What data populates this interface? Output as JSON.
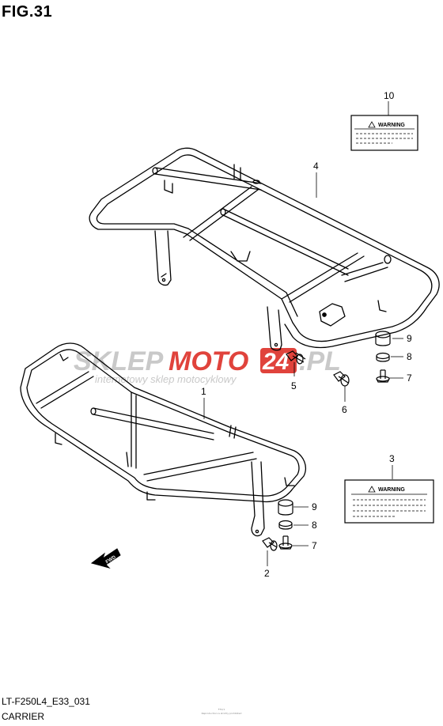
{
  "figure": {
    "title": "FIG.31",
    "model_code": "LT-F250L4_E33_031",
    "section_name": "CARRIER",
    "copyright_line1": "F31/1",
    "copyright_line2": "Reproduction is strictly prohibited"
  },
  "watermark": {
    "brand_grey": "SKLEP",
    "brand_red_part": "MOTO",
    "brand_digits": "24",
    "brand_suffix": ".PL",
    "tagline": "internetowy sklep motocyklowy",
    "accent_color": "#e0433c",
    "grey_color": "#c9c9c9"
  },
  "callouts": {
    "c1": "1",
    "c2": "2",
    "c3": "3",
    "c4": "4",
    "c5": "5",
    "c6": "6",
    "c7a": "7",
    "c7b": "7",
    "c8a": "8",
    "c8b": "8",
    "c9a": "9",
    "c9b": "9",
    "c10": "10"
  },
  "labels": {
    "warning_label_10": "WARNING",
    "warning_label_3": "WARNING"
  },
  "direction_marker": "FWD"
}
